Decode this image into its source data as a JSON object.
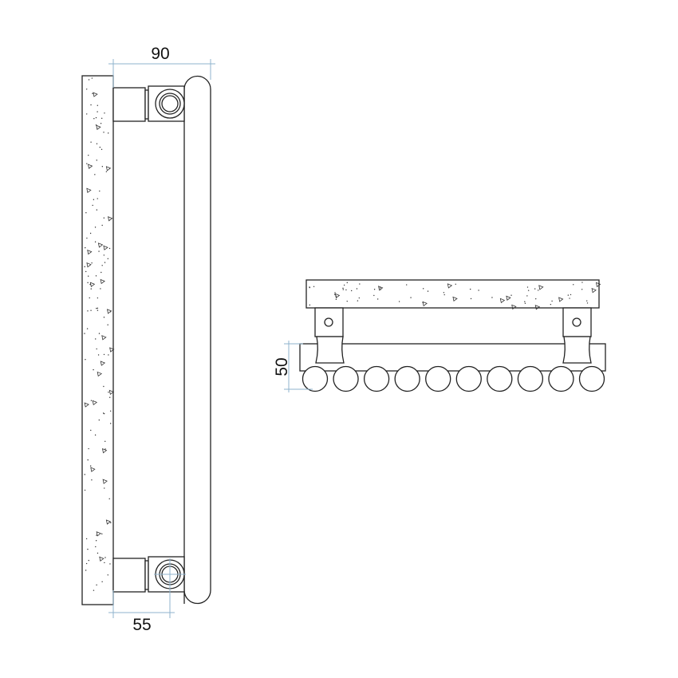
{
  "dimensions": {
    "side_depth": "90",
    "bracket_offset": "55",
    "tube_diameter": "50"
  },
  "views": {
    "side_view": {
      "tube_count_visible": 1
    },
    "top_view": {
      "tube_count": 10
    }
  },
  "colors": {
    "line": "#222222",
    "dimension": "#8fb3cc"
  }
}
